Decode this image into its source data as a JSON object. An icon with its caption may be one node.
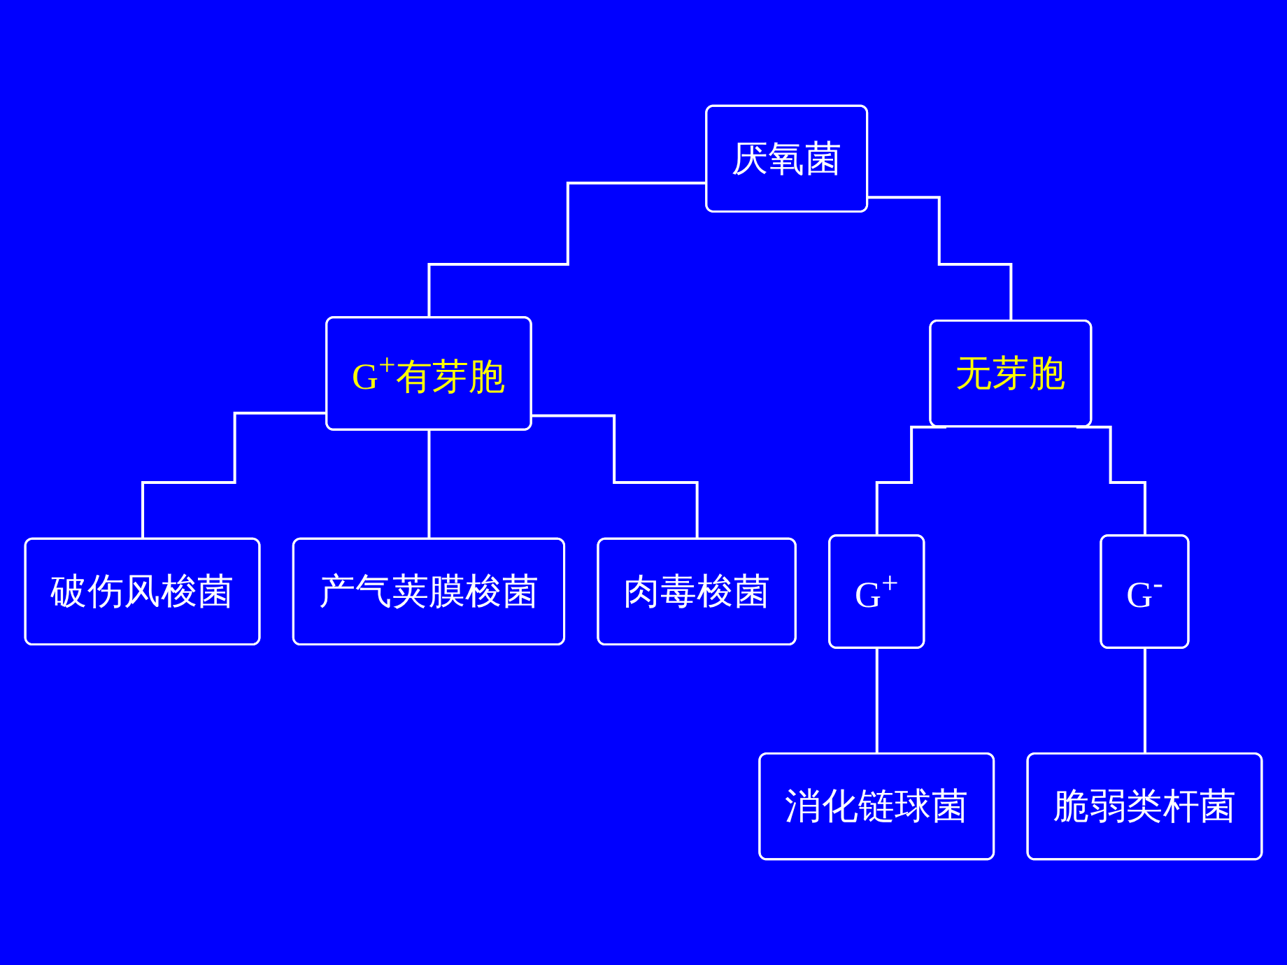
{
  "diagram": {
    "nodes": [
      {
        "text": [
          "厌氧菌"
        ]
      },
      {
        "text": [
          "G$^{+}$有芽胞"
        ]
      },
      {
        "text": [
          "无芽胞"
        ]
      },
      {
        "text": [
          "破伤风梭菌"
        ]
      },
      {
        "text": [
          "产气荚膜梭菌"
        ]
      },
      {
        "text": [
          "肉毒梭菌"
        ]
      },
      {
        "text": [
          "G$^{+}$"
        ]
      },
      {
        "text": [
          "G$^{-}$"
        ]
      },
      {
        "text": [
          "消化链球菌"
        ]
      },
      {
        "text": [
          "脆弱类杆菌"
        ]
      }
    ],
    "edges": [
      {
        "from": 0,
        "to": 1,
        "arrow": "none"
      },
      {
        "from": 0,
        "to": 2,
        "arrow": "none"
      },
      {
        "from": 1,
        "to": 3,
        "arrow": "none"
      },
      {
        "from": 1,
        "to": 4,
        "arrow": "none"
      },
      {
        "from": 1,
        "to": 5,
        "arrow": "none"
      },
      {
        "from": 2,
        "to": 6,
        "arrow": "none"
      },
      {
        "from": 2,
        "to": 7,
        "arrow": "none"
      },
      {
        "from": 6,
        "to": 8,
        "arrow": "none"
      },
      {
        "from": 7,
        "to": 9,
        "arrow": "none"
      }
    ]
  }
}
